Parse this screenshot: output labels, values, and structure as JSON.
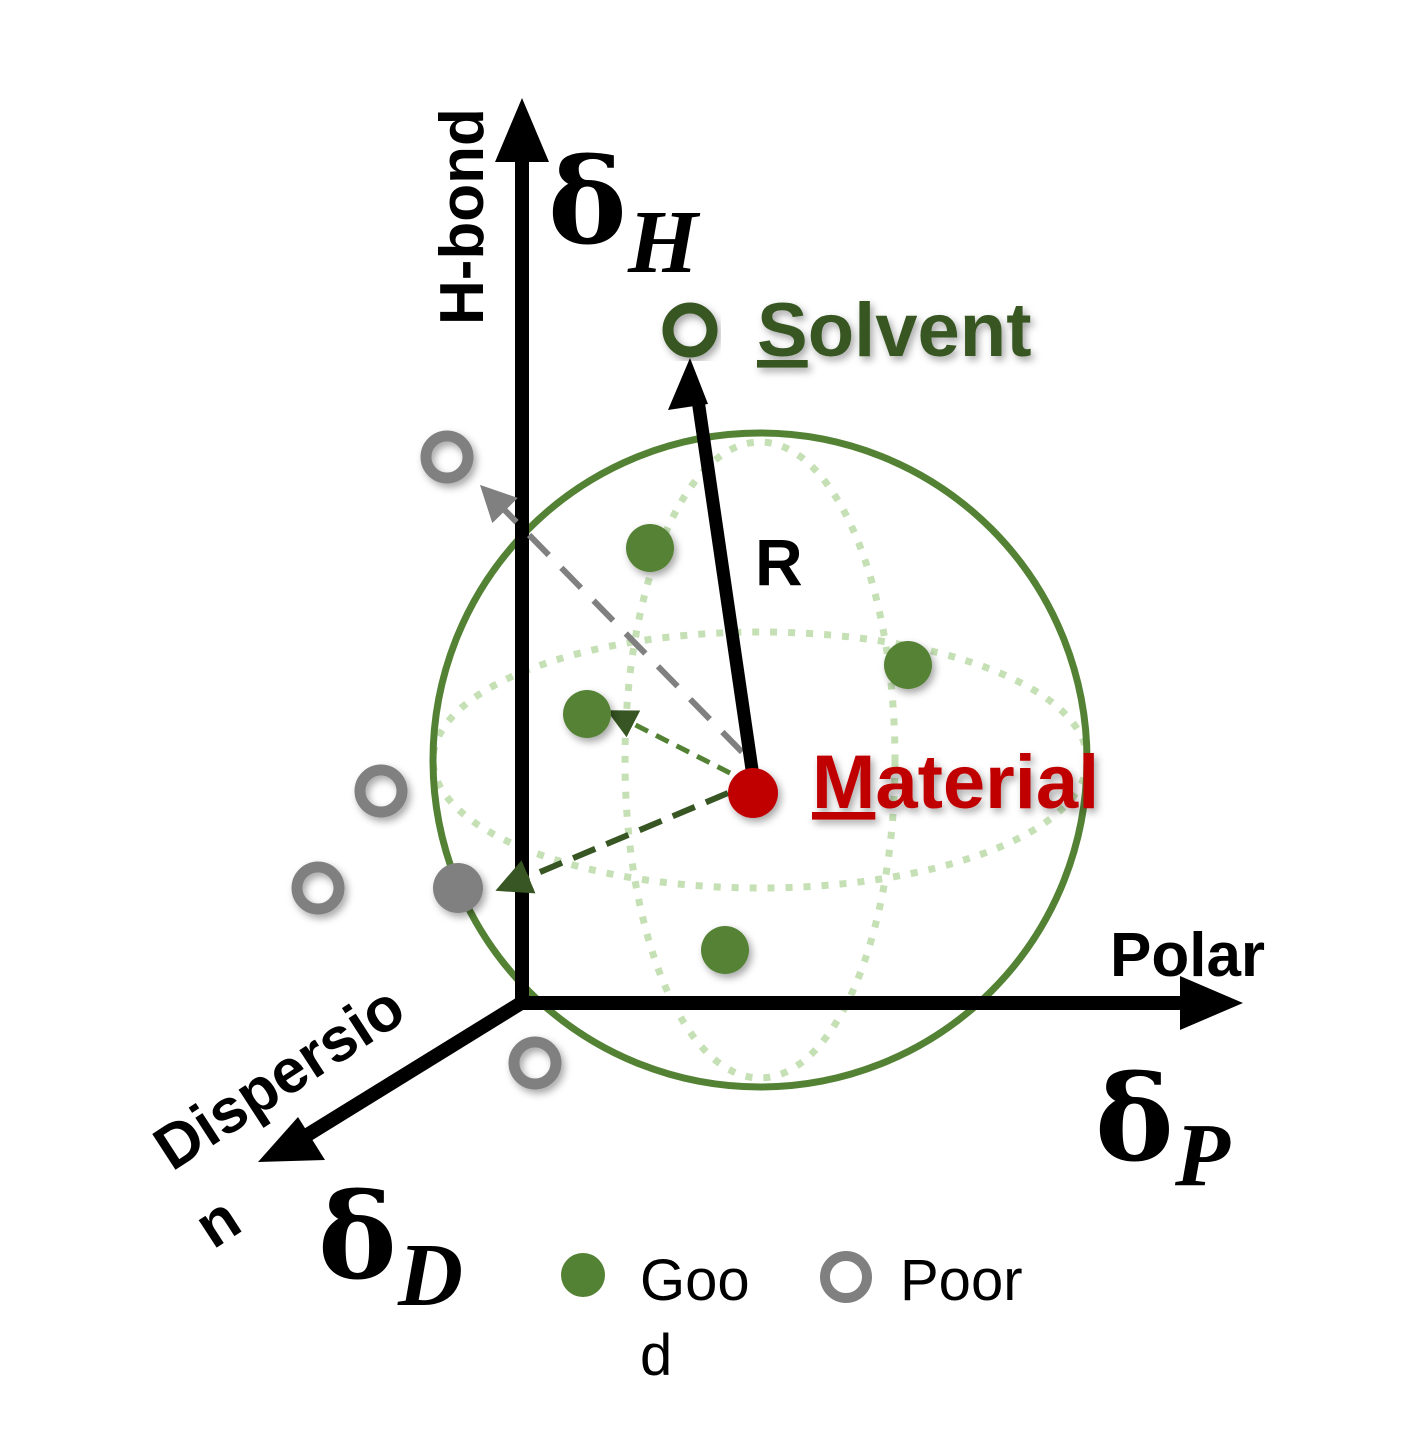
{
  "axes": {
    "h_bond": {
      "label": "H-bond",
      "symbol": "δ",
      "subscript": "H"
    },
    "polar": {
      "label": "Polar",
      "symbol": "δ",
      "subscript": "P"
    },
    "dispersion": {
      "label_line1": "Dispersio",
      "label_line2": "n",
      "symbol": "δ",
      "subscript": "D"
    }
  },
  "solvent": {
    "initial": "S",
    "rest": "olvent"
  },
  "material": {
    "initial": "M",
    "rest": "aterial"
  },
  "radius_label": "R",
  "legend": {
    "good_line1": "Goo",
    "good_line2": "d",
    "poor": "Poor"
  },
  "colors": {
    "solvent": "#375623",
    "material": "#c00000",
    "sphere": "#548235",
    "sphere_guides": "#c5e0b4",
    "good": "#548235",
    "poor": "#808080",
    "axis": "#000000"
  }
}
